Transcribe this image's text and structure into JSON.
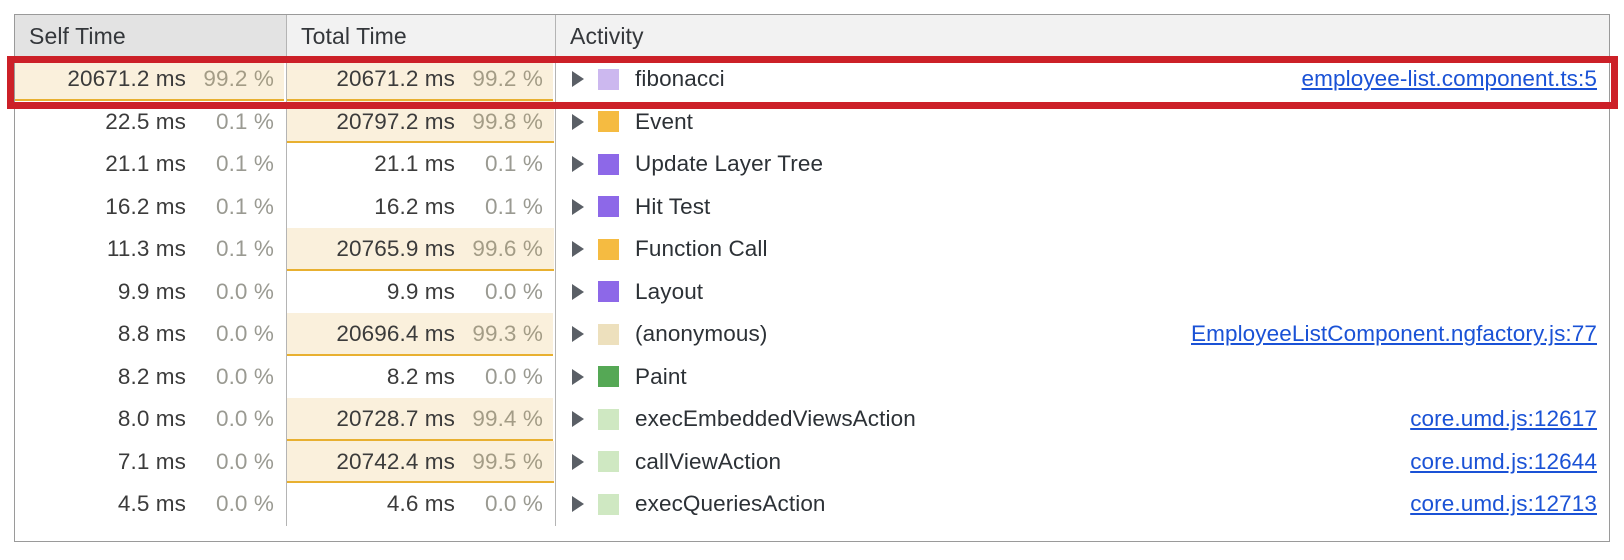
{
  "panel": {
    "name": "bottom-up-call-tree",
    "columns": [
      {
        "key": "self_time",
        "label": "Self Time"
      },
      {
        "key": "total_time",
        "label": "Total Time"
      },
      {
        "key": "activity",
        "label": "Activity"
      }
    ]
  },
  "colors": {
    "highlight_bar_fill": "#faf0dc",
    "highlight_bar_border": "#e8b030",
    "annotation_red": "#cc2028",
    "link_blue": "#1a52d6",
    "header_bg": "#f2f2f2",
    "header_sorted_bg": "#e3e3e3",
    "swatch_scripting": "#f5bb41",
    "swatch_rendering": "#8d68e8",
    "swatch_painting": "#55a855",
    "swatch_fibonacci": "#ccb8ef",
    "swatch_anonymous": "#ede0bd",
    "swatch_angular": "#cfe8c2"
  },
  "annotation": {
    "name": "highlighted-row-callout",
    "target_row_index": 0
  },
  "rows": [
    {
      "self_time": "20671.2 ms",
      "self_pct": "99.2 %",
      "self_bar_pct": 99.2,
      "total_time": "20671.2 ms",
      "total_pct": "99.2 %",
      "total_bar_pct": 99.2,
      "activity": "fibonacci",
      "swatch": "#ccb8ef",
      "source": "employee-list.component.ts:5",
      "highlighted": true
    },
    {
      "self_time": "22.5 ms",
      "self_pct": "0.1 %",
      "self_bar_pct": 0,
      "total_time": "20797.2 ms",
      "total_pct": "99.8 %",
      "total_bar_pct": 99.8,
      "activity": "Event",
      "swatch": "#f5bb41",
      "source": "",
      "highlighted": false
    },
    {
      "self_time": "21.1 ms",
      "self_pct": "0.1 %",
      "self_bar_pct": 0,
      "total_time": "21.1 ms",
      "total_pct": "0.1 %",
      "total_bar_pct": 0,
      "activity": "Update Layer Tree",
      "swatch": "#8d68e8",
      "source": "",
      "highlighted": false
    },
    {
      "self_time": "16.2 ms",
      "self_pct": "0.1 %",
      "self_bar_pct": 0,
      "total_time": "16.2 ms",
      "total_pct": "0.1 %",
      "total_bar_pct": 0,
      "activity": "Hit Test",
      "swatch": "#8d68e8",
      "source": "",
      "highlighted": false
    },
    {
      "self_time": "11.3 ms",
      "self_pct": "0.1 %",
      "self_bar_pct": 0,
      "total_time": "20765.9 ms",
      "total_pct": "99.6 %",
      "total_bar_pct": 99.6,
      "activity": "Function Call",
      "swatch": "#f5bb41",
      "source": "",
      "highlighted": false
    },
    {
      "self_time": "9.9 ms",
      "self_pct": "0.0 %",
      "self_bar_pct": 0,
      "total_time": "9.9 ms",
      "total_pct": "0.0 %",
      "total_bar_pct": 0,
      "activity": "Layout",
      "swatch": "#8d68e8",
      "source": "",
      "highlighted": false
    },
    {
      "self_time": "8.8 ms",
      "self_pct": "0.0 %",
      "self_bar_pct": 0,
      "total_time": "20696.4 ms",
      "total_pct": "99.3 %",
      "total_bar_pct": 99.3,
      "activity": "(anonymous)",
      "swatch": "#ede0bd",
      "source": "EmployeeListComponent.ngfactory.js:77",
      "highlighted": false
    },
    {
      "self_time": "8.2 ms",
      "self_pct": "0.0 %",
      "self_bar_pct": 0,
      "total_time": "8.2 ms",
      "total_pct": "0.0 %",
      "total_bar_pct": 0,
      "activity": "Paint",
      "swatch": "#55a855",
      "source": "",
      "highlighted": false
    },
    {
      "self_time": "8.0 ms",
      "self_pct": "0.0 %",
      "self_bar_pct": 0,
      "total_time": "20728.7 ms",
      "total_pct": "99.4 %",
      "total_bar_pct": 99.4,
      "activity": "execEmbeddedViewsAction",
      "swatch": "#cfe8c2",
      "source": "core.umd.js:12617",
      "highlighted": false
    },
    {
      "self_time": "7.1 ms",
      "self_pct": "0.0 %",
      "self_bar_pct": 0,
      "total_time": "20742.4 ms",
      "total_pct": "99.5 %",
      "total_bar_pct": 99.5,
      "activity": "callViewAction",
      "swatch": "#cfe8c2",
      "source": "core.umd.js:12644",
      "highlighted": false
    },
    {
      "self_time": "4.5 ms",
      "self_pct": "0.0 %",
      "self_bar_pct": 0,
      "total_time": "4.6 ms",
      "total_pct": "0.0 %",
      "total_bar_pct": 0,
      "activity": "execQueriesAction",
      "swatch": "#cfe8c2",
      "source": "core.umd.js:12713",
      "highlighted": false
    }
  ]
}
